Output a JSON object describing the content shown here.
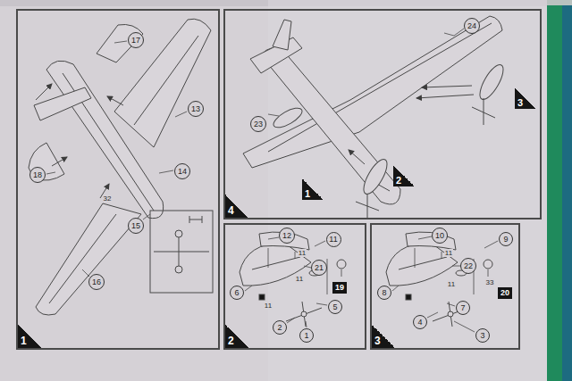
{
  "diagram": {
    "nodes": [
      {
        "text": [
          "1"
        ]
      },
      {
        "text": [
          "4"
        ]
      },
      {
        "text": [
          "2"
        ]
      },
      {
        "text": [
          "3"
        ]
      },
      {
        "text": [
          "17"
        ],
        "in": 0
      },
      {
        "text": [
          "13"
        ],
        "in": 0
      },
      {
        "text": [
          "18"
        ],
        "in": 0
      },
      {
        "text": [
          "14"
        ],
        "in": 0
      },
      {
        "text": [
          "15"
        ],
        "in": 0
      },
      {
        "text": [
          "16"
        ],
        "in": 0
      },
      {
        "text": [
          "24"
        ],
        "in": 1
      },
      {
        "text": [
          "3"
        ],
        "in": 1
      },
      {
        "text": [
          "23"
        ],
        "in": 1
      },
      {
        "text": [
          "2"
        ],
        "in": 1
      },
      {
        "text": [
          "1"
        ],
        "in": 1
      },
      {
        "text": [
          "12"
        ],
        "in": 2
      },
      {
        "text": [
          "11"
        ],
        "in": 2
      },
      {
        "text": [
          "6"
        ],
        "in": 2
      },
      {
        "text": [
          "21"
        ],
        "in": 2
      },
      {
        "text": [
          "19"
        ],
        "in": 2
      },
      {
        "text": [
          "5"
        ],
        "in": 2
      },
      {
        "text": [
          "2"
        ],
        "in": 2
      },
      {
        "text": [
          "1"
        ],
        "in": 2
      },
      {
        "text": [
          "10"
        ],
        "in": 3
      },
      {
        "text": [
          "9"
        ],
        "in": 3
      },
      {
        "text": [
          "8"
        ],
        "in": 3
      },
      {
        "text": [
          "22"
        ],
        "in": 3
      },
      {
        "text": [
          "20"
        ],
        "in": 3
      },
      {
        "text": [
          "7"
        ],
        "in": 3
      },
      {
        "text": [
          "4"
        ],
        "in": 3
      },
      {
        "text": [
          "3"
        ],
        "in": 3
      }
    ],
    "labels": [
      "32",
      "11",
      "11",
      "11",
      "11",
      "11",
      "33"
    ]
  }
}
